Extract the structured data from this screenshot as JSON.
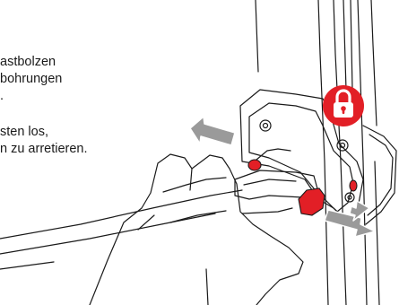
{
  "instructions": {
    "paragraph_1": [
      "astbolzen",
      "bohrungen",
      "."
    ],
    "paragraph_2": [
      "sten los,",
      "n zu arretieren."
    ]
  },
  "icons": {
    "lock_badge": "lock-icon",
    "arrows": "direction-arrow"
  },
  "colors": {
    "accent_red": "#e21f26",
    "line": "#1a1a1a",
    "arrow_gray": "#9a9a9a",
    "background": "#ffffff"
  }
}
